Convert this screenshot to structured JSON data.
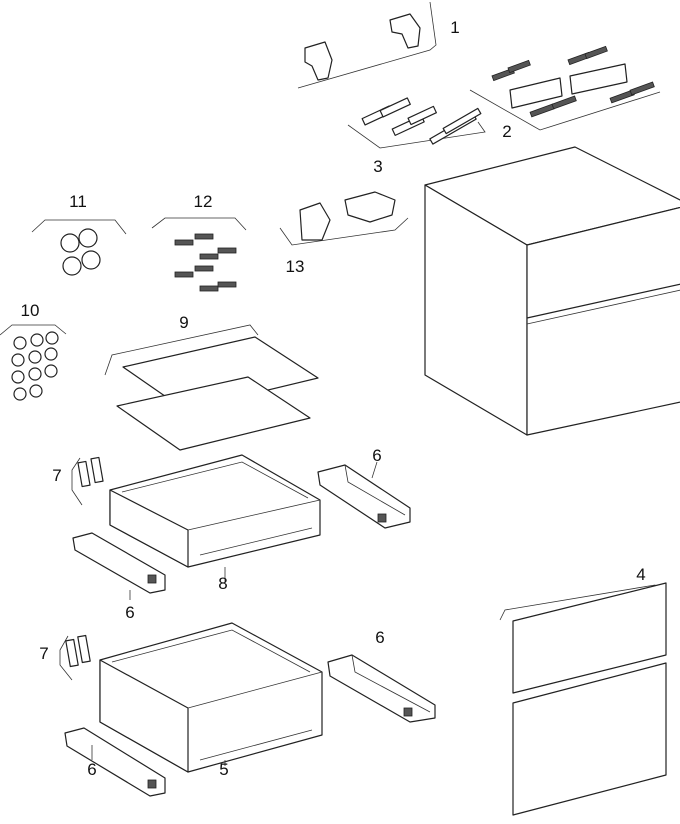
{
  "title": "Exploded parts diagram",
  "callouts": {
    "c1": "1",
    "c2": "2",
    "c3": "3",
    "c4": "4",
    "c5": "5",
    "c6a": "6",
    "c6b": "6",
    "c6c": "6",
    "c6d": "6",
    "c7a": "7",
    "c7b": "7",
    "c8": "8",
    "c9": "9",
    "c10": "10",
    "c11": "11",
    "c12": "12",
    "c13": "13"
  }
}
